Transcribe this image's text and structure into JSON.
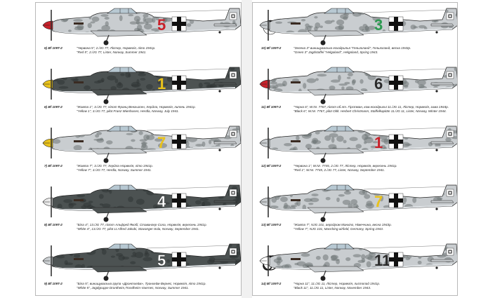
{
  "colors": {
    "page_bg": "#ffffff",
    "gutter": "#f1f1f1",
    "camo_light": "#c9cdd0",
    "camo_dark": "#4c5252",
    "red_marking": "#c8212a",
    "yellow_marking": "#e9c21b",
    "green_marking": "#2e9a52",
    "white_marking": "#ffffff"
  },
  "left": {
    "entries": [
      {
        "num": "5) Bf 109T-2",
        "uk": "\"Червона 5\", 2./JG 77, Лістер, Норвегія, літо 1941р.",
        "en": "\"Red 5\", 2./JG 77, Lister, Norway, Summer 1941.",
        "digit": "5",
        "digit_color": "#c8212a",
        "dark": false,
        "spinner": "#c8212a"
      },
      {
        "num": "6) Bf 109T-2",
        "uk": "\"Жовта 1\", 3./JG 77, пілот Франц Венгьосен, Хердла, Норвегія, липень 1941р.",
        "en": "\"Yellow 1\", 3./JG 77, pilot Franz Wienhusen, Herdla, Norway, July 1941.",
        "digit": "1",
        "digit_color": "#e9c21b",
        "dark": true,
        "spinner": "#e9c21b"
      },
      {
        "num": "7) Bf 109T-2",
        "uk": "\"Жовта 7\", 3./JG 77, Хердла Норвегія, літо 1941р.",
        "en": "\"Yellow 7\", 3./JG 77, Herdla, Norway, Summer 1941.",
        "digit": "7",
        "digit_color": "#e9c21b",
        "dark": false,
        "spinner": "#e9c21b"
      },
      {
        "num": "8) Bf 109T-2",
        "uk": "\"Біла 4\", 13./JG 77, пілот Альфред Якобі, Ставангер-Сола, Норвегія, вересень 1941р.",
        "en": "\"White 4\", 13./JG 77, pilot Lt.Alfred Jakobi, Stavanger-Sola, Norway, September 1941.",
        "digit": "4",
        "digit_color": "#ffffff",
        "dark": true,
        "spinner": "#e9e9e9"
      },
      {
        "num": "9) Bf 109T-2",
        "uk": "\"Біла 5\", винищувальна група «Дронтхейм», Тронхейм-Вернес, Норвегія, літо 1941р.",
        "en": "\"White 5\", Jagdgruppe Drontheim,Trondheim-Vaernes, Norway, Summer 1941.",
        "digit": "5",
        "digit_color": "#ffffff",
        "dark": true,
        "spinner": "#c9cdd0"
      }
    ]
  },
  "right": {
    "entries": [
      {
        "num": "10) Bf 109T-2",
        "uk": "\"Зелена 3\" винищувальна ескадрилья \"Гельголанд\", Гельголанд, весна 1943р.",
        "en": "\"Green 3\" Jagdstaffel \"Helgoland\", Helgoland, Spring 1943.",
        "digit": "3",
        "digit_color": "#2e9a52",
        "dark": false,
        "spinner": "#c9cdd0"
      },
      {
        "num": "11) Bf 109T-2",
        "uk": "\"Чорна 6\", W.Nr. 7767, пілот об.лт. Гірстман, ком.ескадрильї 11./JG 11, Лістер, Норвегія, зима 1944р.",
        "en": "\"Black 6\", W.Nr. 7767, pilot Oblt. Herbert Christmann, Staffelkapitän 11./JG 11, Lister, Norway, Winter 1944.",
        "digit": "6",
        "digit_color": "#2b2b2b",
        "dark": false,
        "spinner": "#c8212a"
      },
      {
        "num": "12) Bf 109T-2",
        "uk": "\"Червона 1\", W.Nr. 7745, 2./JG 77, Лістер, Норвегія, вересень 1941р.",
        "en": "\"Red 1\", W.Nr. 7745, 2./JG 77, Lister, Norway, September 1941.",
        "digit": "1",
        "digit_color": "#c8212a",
        "dark": false,
        "spinner": "#c9cdd0"
      },
      {
        "num": "13) Bf 109T-2",
        "uk": "\"Жовта 7\", NJG 101, аеродром Манхінг, Німеччина, весна 1943р.",
        "en": "\"Yellow 7\", NJG 101, Manching airfield, Germany, Spring 1943.",
        "digit": "7",
        "digit_color": "#e9c21b",
        "dark": false,
        "spinner": "#c9cdd0"
      },
      {
        "num": "14) Bf 109T-2",
        "uk": "\"Чорна 11\", 11./JG 11, Лістер, Норвегія, листопад 1941р.",
        "en": "\"Black 11\", 11./JG 11, Lister, Norway, November 1943.",
        "digit": "11",
        "digit_color": "#2b2b2b",
        "dark": false,
        "spinner": "#ffffff"
      }
    ]
  }
}
